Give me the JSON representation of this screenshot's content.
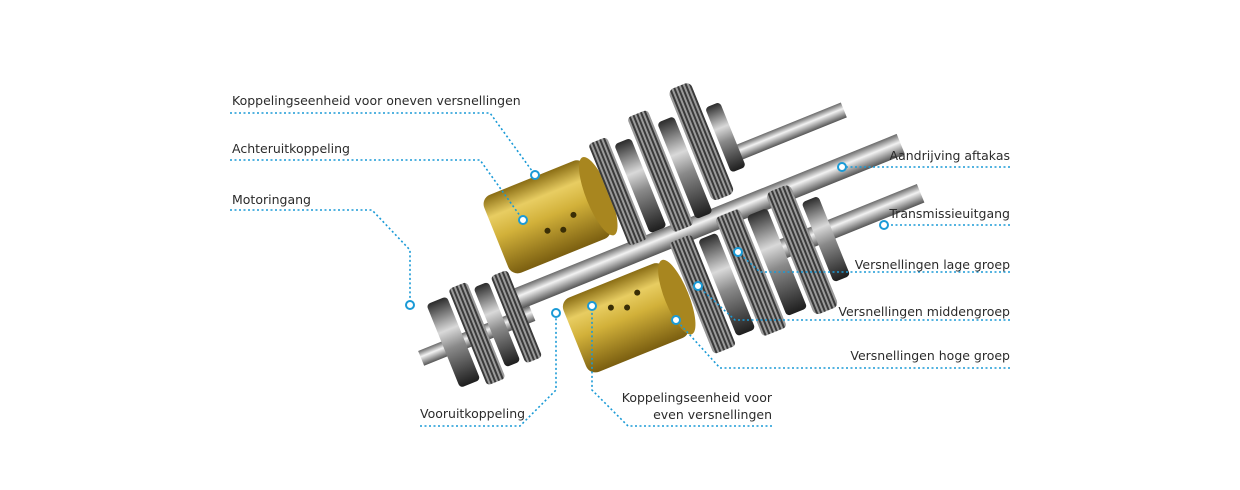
{
  "labels": {
    "koppeling_oneven": "Koppelingseenheid voor oneven versnellingen",
    "achteruitkoppeling": "Achteruitkoppeling",
    "motoringang": "Motoringang",
    "vooruitkoppeling": "Vooruitkoppeling",
    "koppeling_even_1": "Koppelingseenheid voor",
    "koppeling_even_2": "even versnellingen",
    "aandrijving_aftakas": "Aandrijving aftakas",
    "transmissieuitgang": "Transmissieuitgang",
    "lage_groep": "Versnellingen lage groep",
    "middengroep": "Versnellingen middengroep",
    "hoge_groep": "Versnellingen hoge groep"
  },
  "colors": {
    "leader": "#1a9ad6",
    "gold": "#c9a52a",
    "steel": "#5a5a5a"
  }
}
